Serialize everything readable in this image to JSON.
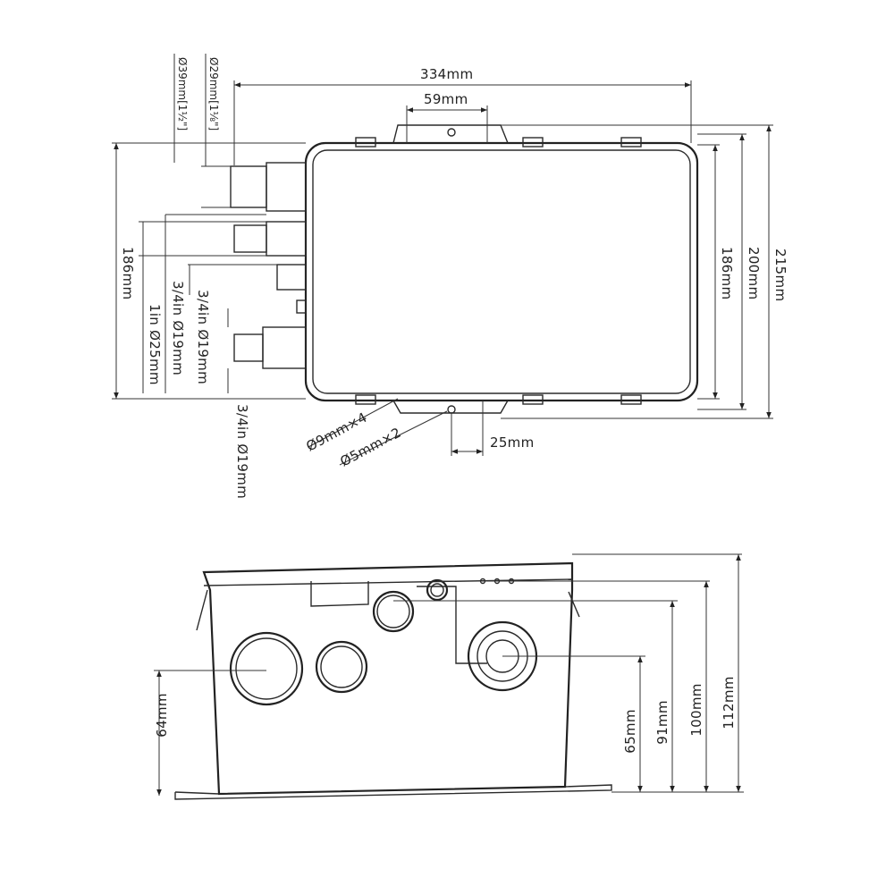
{
  "top_view": {
    "width_overall": "334mm",
    "bracket_spacing": "59mm",
    "height_inner": "186mm",
    "height_body": "200mm",
    "height_overall": "215mm",
    "left_height": "186mm",
    "port_39": "Ø39mm[1½\"]",
    "port_29": "Ø29mm[1⅛\"]",
    "port_34in_19_a": "3/4in Ø19mm",
    "port_34in_19_b": "3/4in Ø19mm",
    "port_1in_25": "1in Ø25mm",
    "port_34in_19_c": "3/4in Ø19mm",
    "holes_9": "Ø9mm×4",
    "holes_5": "Ø5mm×2",
    "offset_25": "25mm"
  },
  "side_view": {
    "h64": "64mm",
    "h65": "65mm",
    "h91": "91mm",
    "h100": "100mm",
    "h112": "112mm"
  }
}
